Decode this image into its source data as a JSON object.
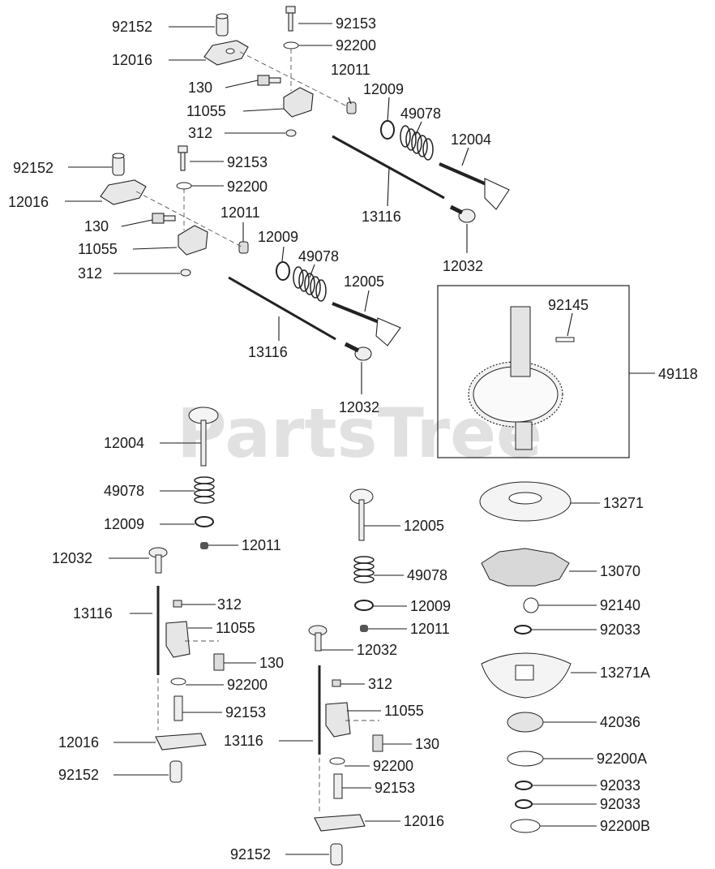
{
  "watermark": "PartsTree",
  "labels": {
    "a_92152": "92152",
    "a_12016": "12016",
    "a_92153": "92153",
    "a_92200": "92200",
    "a_130": "130",
    "a_12011": "12011",
    "a_11055": "11055",
    "a_12009": "12009",
    "a_312": "312",
    "a_49078": "49078",
    "a_12004": "12004",
    "a_13116": "13116",
    "a_12032": "12032",
    "b_92152": "92152",
    "b_92153": "92153",
    "b_12016": "12016",
    "b_92200": "92200",
    "b_130": "130",
    "b_12011": "12011",
    "b_11055": "11055",
    "b_12009": "12009",
    "b_312": "312",
    "b_49078": "49078",
    "b_12005": "12005",
    "b_13116": "13116",
    "b_12032": "12032",
    "cam_92145": "92145",
    "cam_49118": "49118",
    "c_12004": "12004",
    "c_49078": "49078",
    "c_12009": "12009",
    "c_12011": "12011",
    "c_12032": "12032",
    "c_13116": "13116",
    "c_312": "312",
    "c_11055": "11055",
    "c_130": "130",
    "c_92200": "92200",
    "c_92153": "92153",
    "c_12016": "12016",
    "c_92152": "92152",
    "d_12005": "12005",
    "d_49078": "49078",
    "d_12009": "12009",
    "d_12011": "12011",
    "d_12032": "12032",
    "d_312": "312",
    "d_11055": "11055",
    "d_13116": "13116",
    "d_130": "130",
    "d_92200": "92200",
    "d_92153": "92153",
    "d_12016": "12016",
    "d_92152": "92152",
    "g_13271": "13271",
    "g_13070": "13070",
    "g_92140": "92140",
    "g_92033a": "92033",
    "g_13271A": "13271A",
    "g_42036": "42036",
    "g_92200A": "92200A",
    "g_92033b": "92033",
    "g_92033c": "92033",
    "g_92200B": "92200B"
  }
}
